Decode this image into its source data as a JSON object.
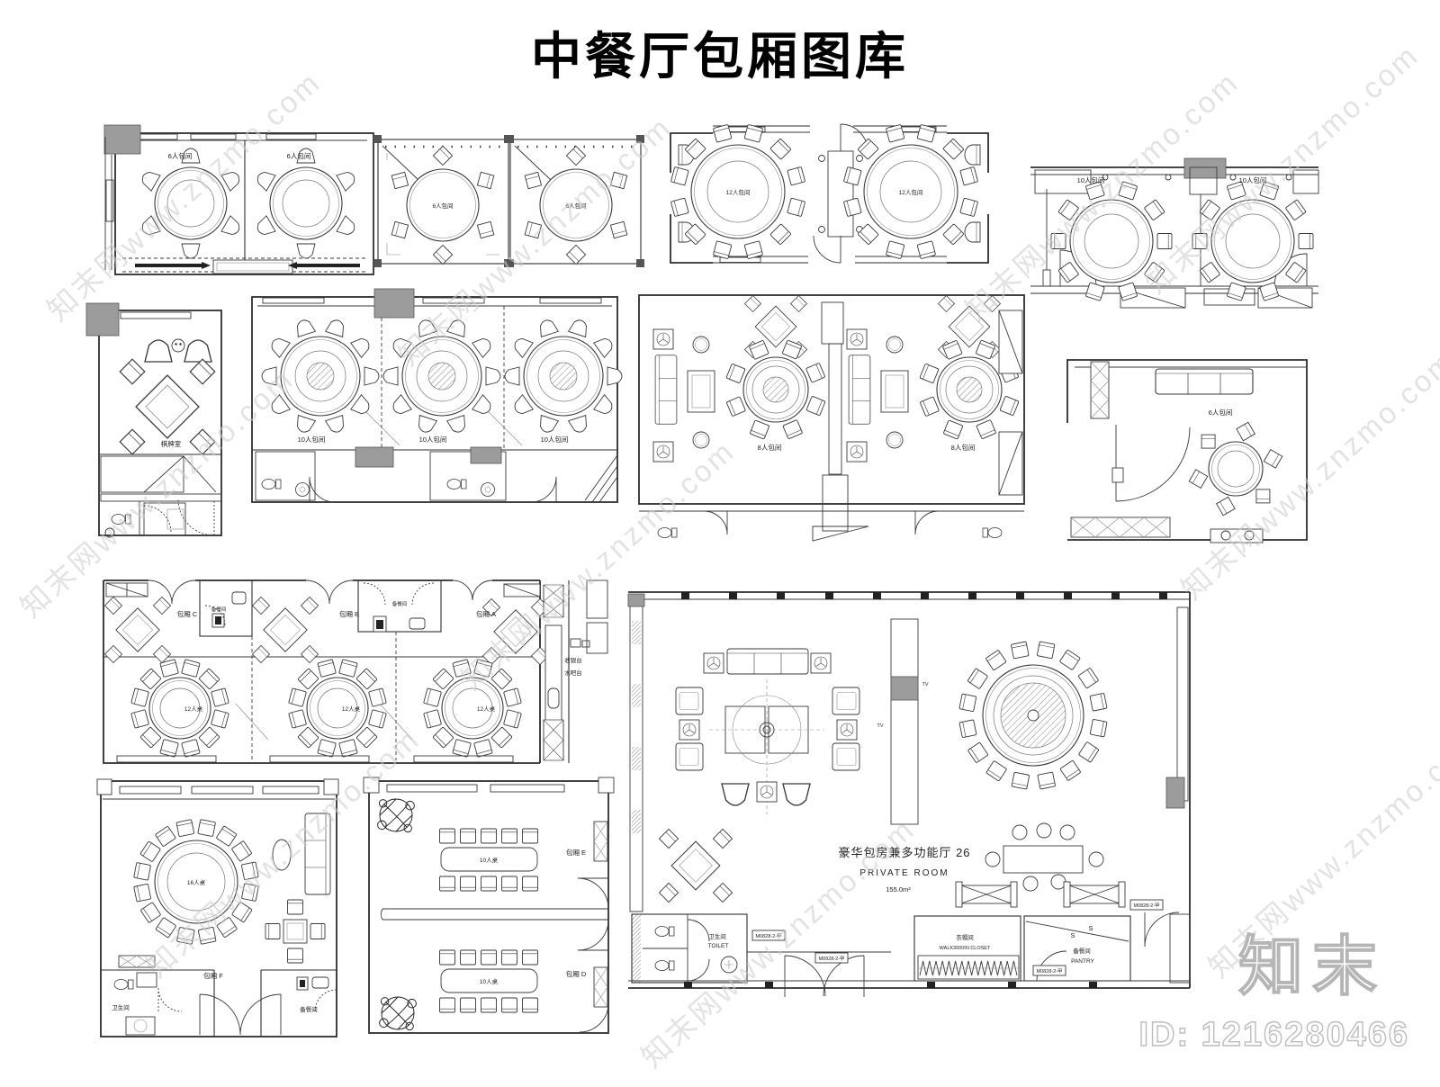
{
  "title": "中餐厅包厢图库",
  "watermark": "知末网www.znzmo.com",
  "footer": {
    "logo": "知末",
    "id": "ID: 1216280466"
  },
  "plans": {
    "p1": {
      "room1": "6人包间",
      "room2": "6人包间"
    },
    "p2": {
      "room1": "6人包间",
      "room2": "6人包间"
    },
    "p3": {
      "room1": "12人包间",
      "room2": "12人包间"
    },
    "p4": {
      "room1": "10人包间",
      "room2": "10人包间"
    },
    "p5": {
      "name": "棋牌室"
    },
    "p6": {
      "room1": "10人包间",
      "room2": "10人包间",
      "room3": "10人包间"
    },
    "p7": {
      "room1": "8人包间",
      "room2": "8人包间"
    },
    "p8": {
      "name": "6人包间"
    },
    "p9": {
      "roomC": "包厢 C",
      "roomB": "包厢 B",
      "roomA": "包厢 A",
      "pantry1": "备餐间",
      "pantry2": "备餐间",
      "table1": "12人桌",
      "table2": "12人桌",
      "table3": "12人桌",
      "cashier": "收银台",
      "waterbar": "水吧台"
    },
    "p10": {
      "room": "包厢 F",
      "table": "16人桌",
      "toilet": "卫生间",
      "pantry": "备餐间"
    },
    "p11": {
      "roomE": "包厢 E",
      "roomD": "包厢 D",
      "tableE": "10人桌",
      "tableD": "10人桌"
    },
    "p12": {
      "name": "豪华包房兼多功能厅 26",
      "name_en": "PRIVATE ROOM",
      "area": "155.0m²",
      "toilet": "卫生间",
      "toilet_en": "TOILET",
      "closet": "衣帽间",
      "closet_en": "WALK3000IN CLOSET",
      "pantry": "备餐间",
      "pantry_en": "PANTRY",
      "tv": "TV",
      "s": "S",
      "tag_a": "M0828-2-甲",
      "tag_b": "M0928-2-甲"
    }
  }
}
